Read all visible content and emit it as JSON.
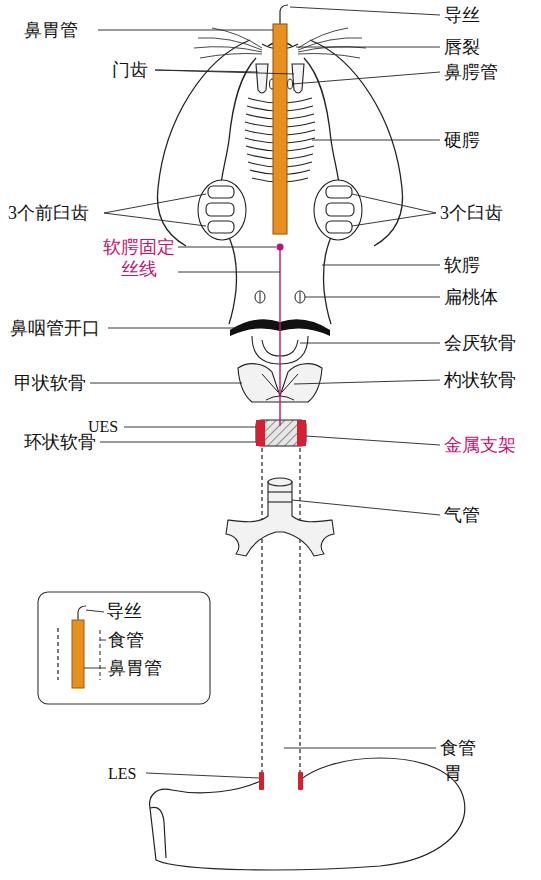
{
  "diagram": {
    "labels": [
      "导丝",
      "鼻胃管",
      "唇裂",
      "门齿",
      "鼻腭管",
      "硬腭",
      "3个前臼齿",
      "3个臼齿",
      "软腭固定 丝线",
      "软腭",
      "扁桃体",
      "鼻咽管开口",
      "会厌软骨",
      "甲状软骨",
      "杓状软骨",
      "UES",
      "环状软骨",
      "金属支架",
      "气管",
      "食管",
      "胃",
      "LES"
    ],
    "legend": [
      {
        "text": "导丝"
      },
      {
        "text": "食管"
      },
      {
        "text": "鼻胃管"
      }
    ]
  }
}
